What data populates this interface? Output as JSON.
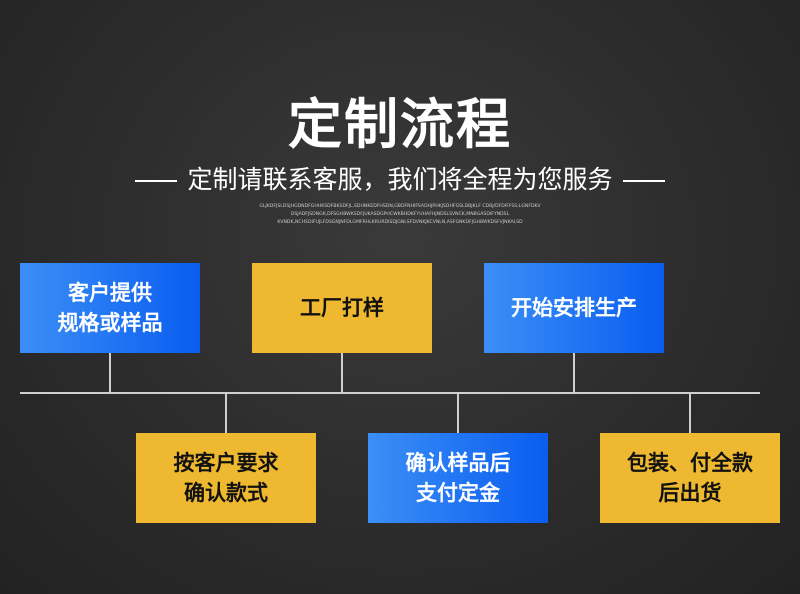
{
  "title": "定制流程",
  "subtitle": "定制请联系客服，我们将全程为您服务",
  "small_text": [
    "GLJKDFJSLDSJHGDNDFGHHKSDFBKSDFJL,SDHNKEDFHSDN,GBDFNHIFSADHJPHKJSDHFGSLDBJKLF CDBJ/DFDIFFSS;LGNFDKV",
    "DSJADFJSDNGK,DFSGHBWKSDFJUKASDGPHCWKBHDKFYUHAFHJNDSLSVNCK,MNBGASDIFYNDSL",
    "KVNDK,NCHSDIFUJLFDSGNJNFDLGMFRHLKRURDISDJGNLSFDVNKJKCVNLN,ASFGNKDFJGHBWKDSFVJNKALSD"
  ],
  "steps_top": [
    {
      "label": "客户提供\n规格或样品",
      "color": "blue"
    },
    {
      "label": "工厂打样",
      "color": "yellow"
    },
    {
      "label": "开始安排生产",
      "color": "blue"
    }
  ],
  "steps_bottom": [
    {
      "label": "按客户要求\n确认款式",
      "color": "yellow"
    },
    {
      "label": "确认样品后\n支付定金",
      "color": "blue"
    },
    {
      "label": "包装、付全款\n后出货",
      "color": "yellow"
    }
  ]
}
